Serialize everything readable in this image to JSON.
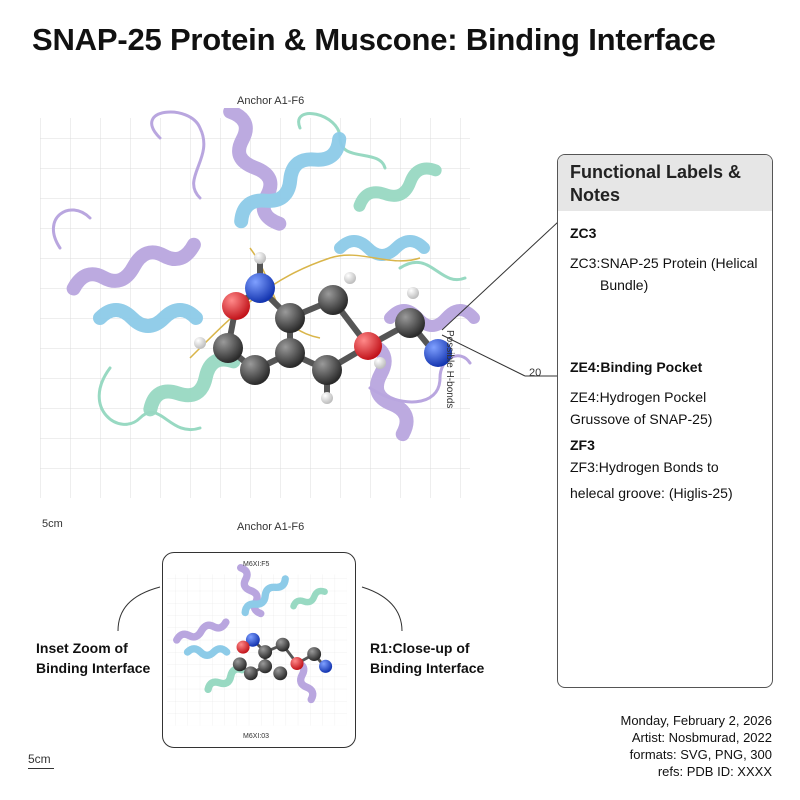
{
  "title": "SNAP-25 Protein & Muscone: Binding Interface",
  "figure": {
    "anchor_top": "Anchor A1-F6",
    "anchor_bottom": "Anchor A1-F6",
    "scale_label": "5cm",
    "vertical_text": "Possible H-bonds",
    "callout_number": "20"
  },
  "panel": {
    "heading": "Functional Labels & Notes",
    "notes": [
      {
        "text": "ZC3",
        "bold": true
      },
      {
        "text": "ZC3:SNAP-25 Protein (Helical",
        "bold": false
      },
      {
        "text": "Bundle)",
        "bold": false
      },
      {
        "text": "ZE4:Binding Pocket",
        "bold": true
      },
      {
        "text": "ZE4:Hydrogen Pockel",
        "bold": false
      },
      {
        "text": "Grussove of SNAP-25)",
        "bold": false
      },
      {
        "text": "ZF3",
        "bold": true
      },
      {
        "text": "ZF3:Hydrogen Bonds to",
        "bold": false
      },
      {
        "text": "helecal groove: (Higlis-25)",
        "bold": false
      }
    ]
  },
  "inset": {
    "left_label_line1": "Inset Zoom of",
    "left_label_line2": "Binding Interface",
    "right_label_line1": "R1:Close-up of",
    "right_label_line2": "Binding Interface",
    "top_text": "M6XI:F5",
    "bottom_text": "M6XI:03"
  },
  "bottom_scale_label": "5cm",
  "meta": {
    "date": "Monday, February 2, 2026",
    "artist": "Artist: Nosbmurad, 2022",
    "formats": "formats: SVG, PNG, 300",
    "refs": "refs: PDB ID: XXXX"
  },
  "colors": {
    "helix_purple": "#b9a6df",
    "helix_blue": "#8dcbe8",
    "helix_green": "#98d9c2",
    "carbon": "#3c3c3c",
    "oxygen": "#e0242a",
    "nitrogen": "#1f4fd6",
    "hydrogen": "#e8e8e8"
  }
}
